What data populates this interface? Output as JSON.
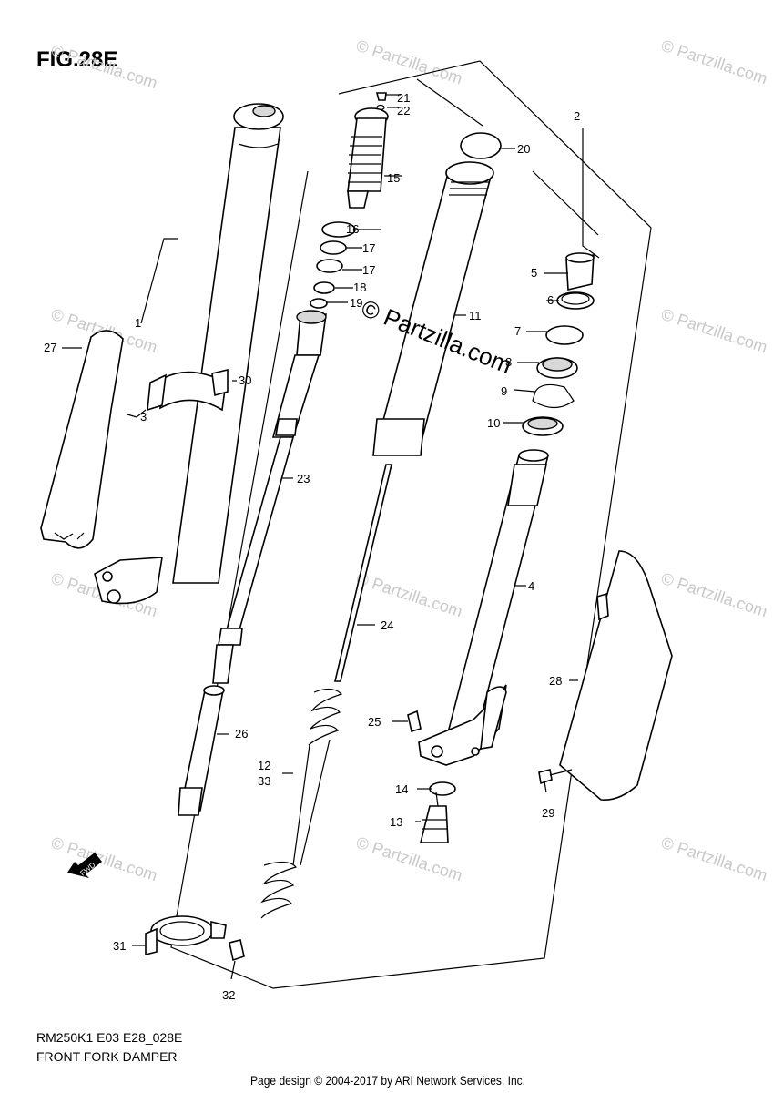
{
  "figure": {
    "title": "FIG.28E",
    "code": "RM250K1 E03 E28_028E",
    "name": "FRONT FORK DAMPER"
  },
  "watermark": {
    "main": "© Partzilla.com",
    "tile": "© Partzilla.com"
  },
  "fwd_label": "FWD",
  "callouts": {
    "c1": "1",
    "c2": "2",
    "c3": "3",
    "c4": "4",
    "c5": "5",
    "c6": "6",
    "c7": "7",
    "c8": "8",
    "c9": "9",
    "c10": "10",
    "c11": "11",
    "c12": "12",
    "c13": "13",
    "c14": "14",
    "c15": "15",
    "c16": "16",
    "c17a": "17",
    "c17b": "17",
    "c18": "18",
    "c19": "19",
    "c20": "20",
    "c21": "21",
    "c22": "22",
    "c23": "23",
    "c24": "24",
    "c25": "25",
    "c26": "26",
    "c27": "27",
    "c28": "28",
    "c29": "29",
    "c30": "30",
    "c31": "31",
    "c32": "32",
    "c33": "33"
  },
  "credit": "Page design © 2004-2017 by ARI Network Services, Inc."
}
